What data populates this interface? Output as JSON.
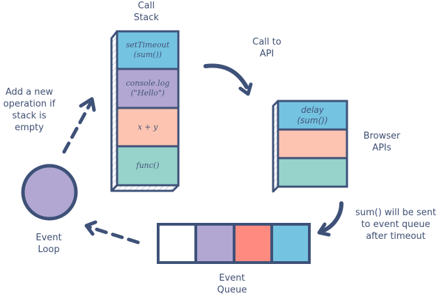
{
  "colors": {
    "outline": "#3e5178",
    "text": "#3f4f73",
    "blue": "#74c3e1",
    "purple": "#b1a7d2",
    "peach": "#fdc4b1",
    "teal": "#97d3cb",
    "red": "#ff8a80",
    "white": "#ffffff"
  },
  "call_stack": {
    "title": "Call\nStack",
    "frames": [
      {
        "label": "setTimeout\n(sum())",
        "color": "#74c3e1"
      },
      {
        "label": "console.log\n(\"Hello\")",
        "color": "#b1a7d2"
      },
      {
        "label": "x + y",
        "color": "#fdc4b1"
      },
      {
        "label": "func()",
        "color": "#97d3cb"
      }
    ]
  },
  "browser_apis": {
    "title": "Browser\nAPIs",
    "slots": [
      {
        "label": "delay\n(sum())",
        "color": "#74c3e1"
      },
      {
        "label": "",
        "color": "#fdc4b1"
      },
      {
        "label": "",
        "color": "#97d3cb"
      }
    ]
  },
  "event_queue": {
    "title": "Event\nQueue",
    "slots": [
      {
        "color": "#ffffff"
      },
      {
        "color": "#b1a7d2"
      },
      {
        "color": "#ff8a80"
      },
      {
        "color": "#74c3e1"
      }
    ]
  },
  "event_loop": {
    "title": "Event\nLoop",
    "color": "#b1a7d2"
  },
  "annotations": {
    "call_to_api": "Call to\nAPI",
    "sent_to_queue": "sum() will be sent\nto event queue\nafter timeout",
    "add_operation": "Add a new\noperation if\nstack is\nempty"
  }
}
